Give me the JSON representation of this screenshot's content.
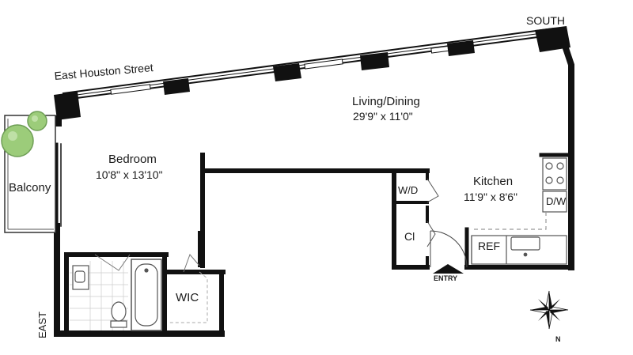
{
  "orientation": {
    "south_label": "SOUTH",
    "east_label": "EAST",
    "street_label": "East Houston Street",
    "compass_label": "N"
  },
  "rooms": {
    "living": {
      "name": "Living/Dining",
      "dims": "29'9\" x 11'0\""
    },
    "bedroom": {
      "name": "Bedroom",
      "dims": "10'8\" x 13'10\""
    },
    "kitchen": {
      "name": "Kitchen",
      "dims": "11'9\" x 8'6\""
    },
    "balcony": {
      "name": "Balcony"
    },
    "wic": {
      "name": "WIC"
    },
    "closet": {
      "name": "Cl"
    },
    "washer_dryer": {
      "name": "W/D"
    },
    "dishwasher": {
      "name": "D/W"
    },
    "refrigerator": {
      "name": "REF"
    }
  },
  "entry_label": "ENTRY",
  "colors": {
    "wall": "#111111",
    "tree": "#9ccc7a",
    "tree_stroke": "#6e9e55",
    "fixture": "#555555",
    "dashed": "#999999"
  }
}
